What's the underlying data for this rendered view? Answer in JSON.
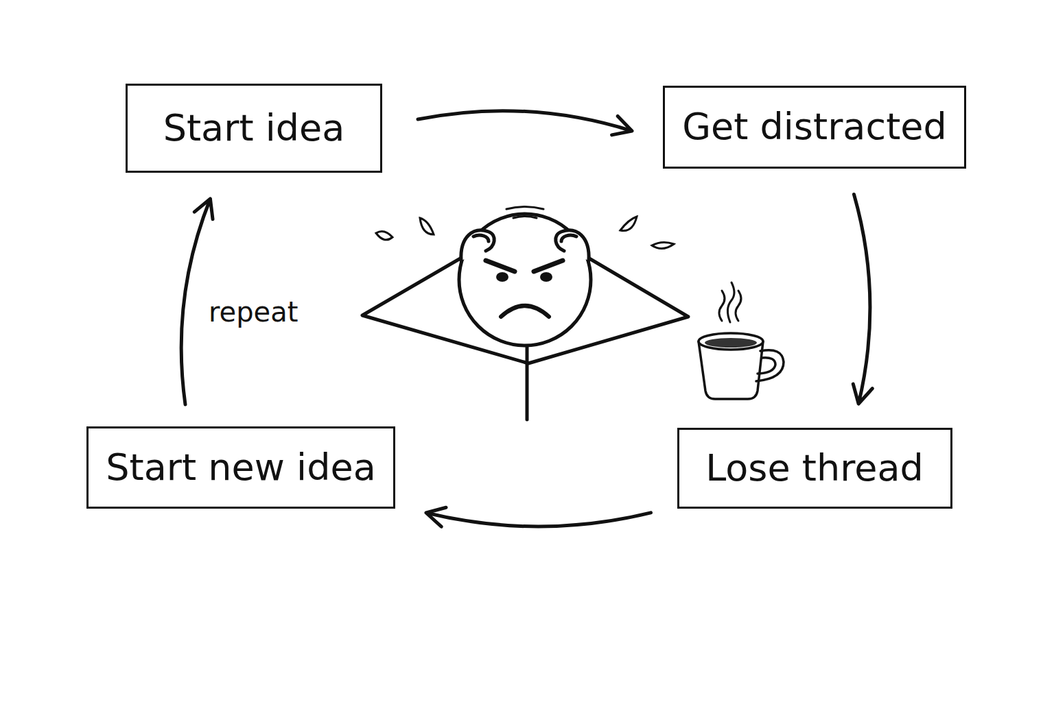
{
  "diagram": {
    "nodes": [
      {
        "text": [
          "Start idea"
        ]
      },
      {
        "text": [
          "Get distracted"
        ]
      },
      {
        "text": [
          "Lose thread"
        ]
      },
      {
        "text": [
          "Start new idea"
        ]
      }
    ],
    "edges": [
      {
        "from": 0,
        "to": 1,
        "arrow": "to"
      },
      {
        "from": 1,
        "to": 2,
        "arrow": "to"
      },
      {
        "from": 2,
        "to": 3,
        "arrow": "to"
      },
      {
        "from": 3,
        "to": 0,
        "label": "repeat",
        "arrow": "to"
      }
    ]
  }
}
